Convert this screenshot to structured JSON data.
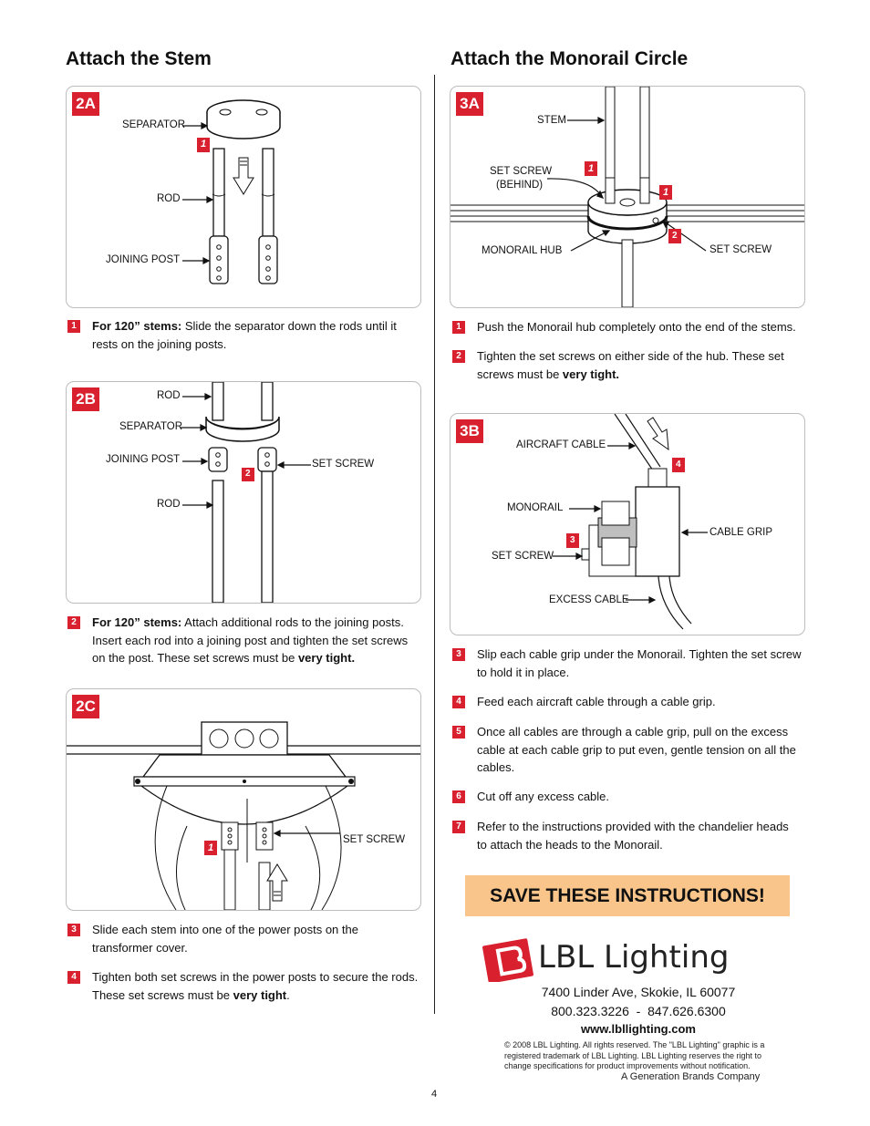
{
  "left": {
    "title": "Attach the Stem",
    "panel_2a": {
      "tag": "2A",
      "labels": {
        "separator": "SEPARATOR",
        "rod": "ROD",
        "joining_post": "JOINING POST"
      },
      "marker": "1"
    },
    "steps_a": [
      {
        "num": "1",
        "bold": "For 120” stems:",
        "text": " Slide the separator down the rods until it",
        "text2": "rests on the joining posts."
      }
    ],
    "panel_2b": {
      "tag": "2B",
      "labels": {
        "rod_top": "ROD",
        "separator": "SEPARATOR",
        "joining_post": "JOINING POST",
        "set_screw": "SET SCREW",
        "rod_bottom": "ROD"
      },
      "marker": "2"
    },
    "steps_b": [
      {
        "num": "2",
        "bold": "For 120” stems:",
        "text": " Attach additional rods to the joining posts.",
        "text2": "Insert each rod into a joining post and tighten the set screws",
        "text3_pre": "on the post. These set screws must be ",
        "text3_bold": "very tight."
      }
    ],
    "panel_2c": {
      "tag": "2C",
      "labels": {
        "set_screw": "SET SCREW"
      },
      "marker": "1"
    },
    "steps_c": [
      {
        "num": "3",
        "line1": "Slide each stem into one of the power posts on the",
        "line2": "transformer cover."
      },
      {
        "num": "4",
        "line1": "Tighten both set screws in the power posts to secure the rods.",
        "line2_pre": "These set screws must be ",
        "line2_bold": "very tight",
        "line2_post": "."
      }
    ]
  },
  "right": {
    "title": "Attach the Monorail Circle",
    "panel_3a": {
      "tag": "3A",
      "labels": {
        "stem": "STEM",
        "set_screw_behind_1": "SET SCREW",
        "set_screw_behind_2": "(BEHIND)",
        "monorail_hub": "MONORAIL HUB",
        "set_screw": "SET SCREW"
      },
      "markers": [
        "1",
        "1",
        "2"
      ]
    },
    "steps_a": [
      {
        "num": "1",
        "line1": "Push the Monorail hub completely onto the end of the stems."
      },
      {
        "num": "2",
        "line1": "Tighten the set screws on either side of the hub. These set",
        "line2_pre": "screws must be ",
        "line2_bold": "very tight."
      }
    ],
    "panel_3b": {
      "tag": "3B",
      "labels": {
        "aircraft_cable": "AIRCRAFT CABLE",
        "monorail": "MONORAIL",
        "cable_grip": "CABLE GRIP",
        "set_screw": "SET SCREW",
        "excess_cable": "EXCESS CABLE"
      },
      "markers": [
        "4",
        "3"
      ]
    },
    "steps_b": [
      {
        "num": "3",
        "line1": "Slip each cable grip under the Monorail. Tighten the set screw",
        "line2": "to hold it in place."
      },
      {
        "num": "4",
        "line1": "Feed each aircraft cable through a cable grip."
      },
      {
        "num": "5",
        "line1": "Once all cables are through a cable grip, pull on the excess",
        "line2": "cable at each cable grip to put even, gentle tension on all the",
        "line3": "cables."
      },
      {
        "num": "6",
        "line1": "Cut off any excess cable."
      },
      {
        "num": "7",
        "line1": "Refer to the instructions provided with the chandelier heads",
        "line2": "to attach the heads to the Monorail."
      }
    ],
    "save_banner": "SAVE THESE INSTRUCTIONS!",
    "brand": {
      "name": "LBL Lighting",
      "address": "7400 Linder Ave, Skokie, IL 60077",
      "phones": "800.323.3226  -  847.626.6300",
      "website": "www.lbllighting.com",
      "legal1": "© 2008 LBL Lighting. All rights reserved. The \"LBL Lighting\" graphic is a",
      "legal2": "registered trademark of LBL Lighting. LBL Lighting reserves the right to",
      "legal3": "change specifications for product improvements without notification.",
      "company": "A Generation Brands Company",
      "accent": "#d8202f"
    }
  },
  "page_number": "4"
}
